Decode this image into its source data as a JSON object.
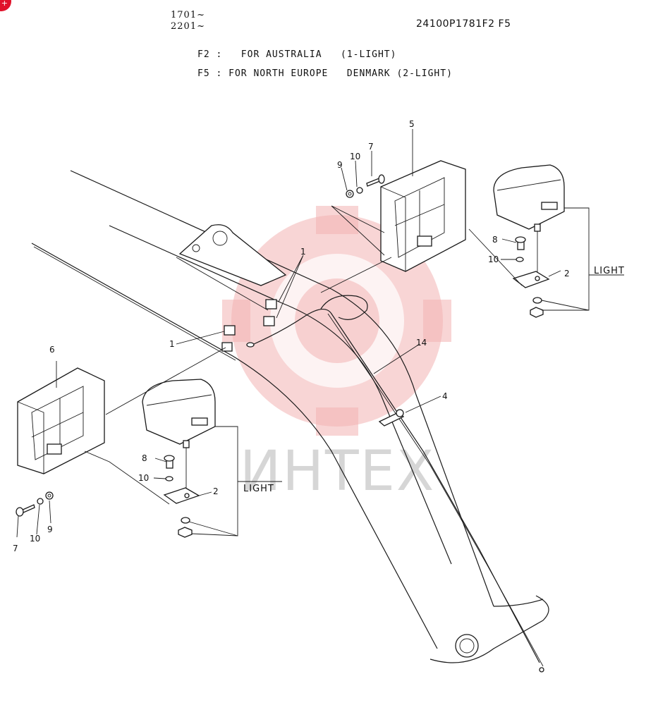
{
  "badge": {
    "glyph": "+"
  },
  "header": {
    "serial_1": "1701~",
    "serial_2": "2201~",
    "doc_code": "24100P1781F2 F5",
    "f2_line": "F2 :   FOR AUSTRALIA   (1-LIGHT)",
    "f5_line": "F5 : FOR NORTH EUROPE   DENMARK (2-LIGHT)"
  },
  "watermark": {
    "text": "ИНТЕХ",
    "color": "#f3b3b3"
  },
  "callouts": {
    "c1a": "1",
    "c1b": "1",
    "c2a": "2",
    "c2b": "2",
    "c4": "4",
    "c5": "5",
    "c6": "6",
    "c7a": "7",
    "c7b": "7",
    "c8a": "8",
    "c8b": "8",
    "c9a": "9",
    "c9b": "9",
    "c10a": "10",
    "c10b": "10",
    "c10c": "10",
    "c10d": "10",
    "c14": "14"
  },
  "labels": {
    "light_right": "LIGHT",
    "light_left": "LIGHT"
  }
}
